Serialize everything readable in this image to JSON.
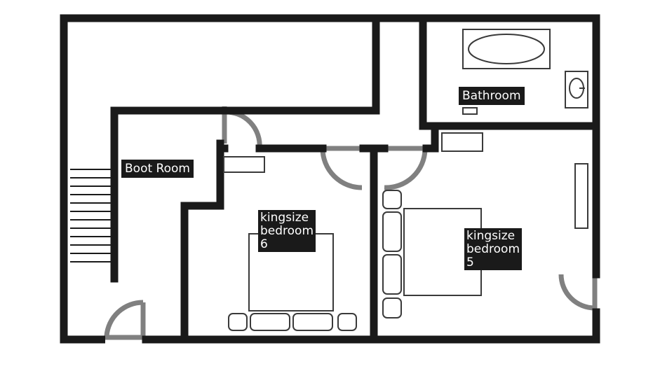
{
  "rooms": {
    "boot_room": "Boot Room",
    "bathroom": "Bathroom",
    "bedroom6": [
      "kingsize",
      "bedroom",
      "6"
    ],
    "bedroom5": [
      "kingsize",
      "bedroom",
      "5"
    ]
  },
  "colors": {
    "wall": "#1a1a1a",
    "door": "#808080",
    "fixture": "#3a3a3a",
    "background": "#ffffff",
    "label_bg": "#1a1a1a",
    "label_text": "#ffffff"
  }
}
